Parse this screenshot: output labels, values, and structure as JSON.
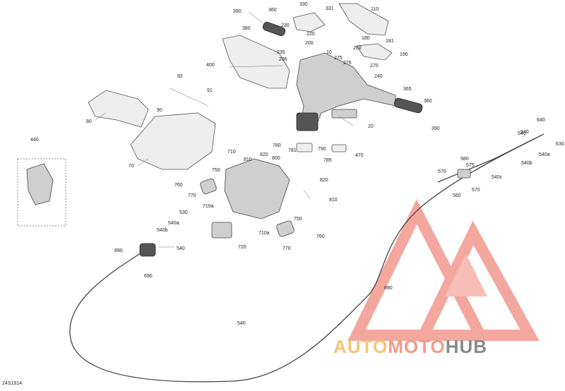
{
  "diagram": {
    "reference_code": "24S1914",
    "callouts": [
      {
        "id": "c390a",
        "label": "390"
      },
      {
        "id": "c360a",
        "label": "360"
      },
      {
        "id": "c380",
        "label": "380"
      },
      {
        "id": "c330",
        "label": "330"
      },
      {
        "id": "c331",
        "label": "331"
      },
      {
        "id": "c110",
        "label": "110"
      },
      {
        "id": "c230",
        "label": "230"
      },
      {
        "id": "c220",
        "label": "220"
      },
      {
        "id": "c200",
        "label": "200"
      },
      {
        "id": "c180",
        "label": "180"
      },
      {
        "id": "c181",
        "label": "181"
      },
      {
        "id": "c190",
        "label": "190"
      },
      {
        "id": "c260",
        "label": "260"
      },
      {
        "id": "c10",
        "label": "10"
      },
      {
        "id": "c235",
        "label": "235"
      },
      {
        "id": "c236",
        "label": "236"
      },
      {
        "id": "c275",
        "label": "275"
      },
      {
        "id": "c276",
        "label": "276"
      },
      {
        "id": "c270",
        "label": "270"
      },
      {
        "id": "c240",
        "label": "240"
      },
      {
        "id": "c400",
        "label": "400"
      },
      {
        "id": "c92",
        "label": "92"
      },
      {
        "id": "c91",
        "label": "91"
      },
      {
        "id": "c90",
        "label": "90"
      },
      {
        "id": "c80",
        "label": "80"
      },
      {
        "id": "c365",
        "label": "365"
      },
      {
        "id": "c360b",
        "label": "360"
      },
      {
        "id": "c390b",
        "label": "390"
      },
      {
        "id": "c20",
        "label": "20"
      },
      {
        "id": "c640",
        "label": "640"
      },
      {
        "id": "c540a",
        "label": "540"
      },
      {
        "id": "c630",
        "label": "630"
      },
      {
        "id": "c540a2",
        "label": "540a"
      },
      {
        "id": "c440",
        "label": "440"
      },
      {
        "id": "c70",
        "label": "70"
      },
      {
        "id": "c780",
        "label": "780"
      },
      {
        "id": "c790",
        "label": "790"
      },
      {
        "id": "c470",
        "label": "470"
      },
      {
        "id": "c710",
        "label": "710"
      },
      {
        "id": "c810a",
        "label": "810"
      },
      {
        "id": "c820a",
        "label": "820"
      },
      {
        "id": "c800",
        "label": "800"
      },
      {
        "id": "c781",
        "label": "781"
      },
      {
        "id": "c785",
        "label": "785"
      },
      {
        "id": "c540b",
        "label": "540"
      },
      {
        "id": "c540b2",
        "label": "540b"
      },
      {
        "id": "c580",
        "label": "580"
      },
      {
        "id": "c570a",
        "label": "570"
      },
      {
        "id": "c575",
        "label": "575"
      },
      {
        "id": "c540c",
        "label": "540c"
      },
      {
        "id": "c570b",
        "label": "570"
      },
      {
        "id": "c560",
        "label": "560"
      },
      {
        "id": "c750a",
        "label": "750"
      },
      {
        "id": "c760a",
        "label": "760"
      },
      {
        "id": "c770a",
        "label": "770"
      },
      {
        "id": "c820b",
        "label": "820"
      },
      {
        "id": "c810b",
        "label": "810"
      },
      {
        "id": "c710a",
        "label": "710a"
      },
      {
        "id": "c530",
        "label": "530"
      },
      {
        "id": "c540a3",
        "label": "540a"
      },
      {
        "id": "c540b3",
        "label": "540b"
      },
      {
        "id": "c540d",
        "label": "540"
      },
      {
        "id": "c750b",
        "label": "750"
      },
      {
        "id": "c710a2",
        "label": "710a"
      },
      {
        "id": "c760b",
        "label": "760"
      },
      {
        "id": "c720",
        "label": "720"
      },
      {
        "id": "c770b",
        "label": "770"
      },
      {
        "id": "c890a",
        "label": "890"
      },
      {
        "id": "c690",
        "label": "690"
      },
      {
        "id": "c890b",
        "label": "890"
      },
      {
        "id": "c540e",
        "label": "540"
      }
    ]
  },
  "watermark": {
    "part_a": "AUTO",
    "part_b": "MOTO",
    "part_c": "HUB",
    "color_a": "#f6c47a",
    "color_b": "#f39a8a",
    "color_c": "#8a8a8a"
  }
}
